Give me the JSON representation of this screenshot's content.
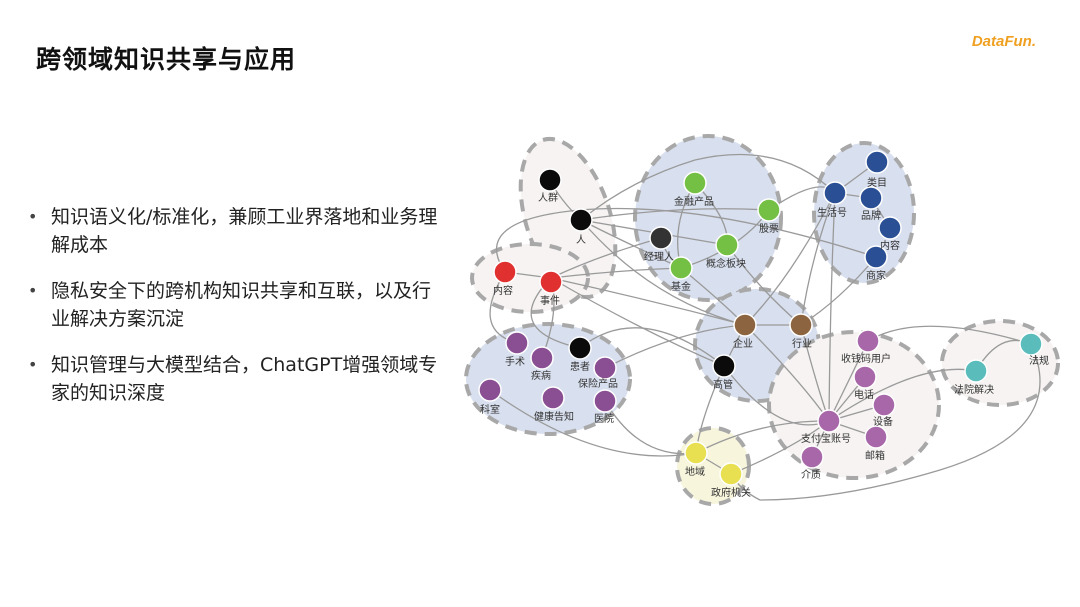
{
  "title": "跨领域知识共享与应用",
  "logo": "DataFun.",
  "bullets": [
    "知识语义化/标准化，兼顾工业界落地和业务理解成本",
    "隐私安全下的跨机构知识共享和互联，以及行业解决方案沉淀",
    "知识管理与大模型结合，ChatGPT增强领域专家的知识深度"
  ],
  "graph": {
    "node_colors": {
      "black": "#0b0b0b",
      "green": "#74c045",
      "red": "#e03030",
      "blue": "#2a4f94",
      "brown": "#8c6440",
      "purple": "#8a4e93",
      "lightpurple": "#a867a8",
      "teal": "#5bbcbc",
      "yellow": "#e8e050",
      "darkgray": "#333333"
    },
    "nodes": [
      {
        "id": "renqun",
        "label": "人群",
        "color": "black"
      },
      {
        "id": "ren",
        "label": "人",
        "color": "black"
      },
      {
        "id": "neirong1",
        "label": "内容",
        "color": "red"
      },
      {
        "id": "shijian",
        "label": "事件",
        "color": "red"
      },
      {
        "id": "jinrong",
        "label": "金融产品",
        "color": "green"
      },
      {
        "id": "gupiao",
        "label": "股票",
        "color": "green"
      },
      {
        "id": "jingliren",
        "label": "经理人",
        "color": "darkgray"
      },
      {
        "id": "gainian",
        "label": "概念板块",
        "color": "green"
      },
      {
        "id": "jijin",
        "label": "基金",
        "color": "green"
      },
      {
        "id": "leimu",
        "label": "类目",
        "color": "blue"
      },
      {
        "id": "shenghuohao",
        "label": "生活号",
        "color": "blue"
      },
      {
        "id": "pinpai",
        "label": "品牌",
        "color": "blue"
      },
      {
        "id": "neirong2",
        "label": "内容",
        "color": "blue"
      },
      {
        "id": "shangjia",
        "label": "商家",
        "color": "blue"
      },
      {
        "id": "qiye",
        "label": "企业",
        "color": "brown"
      },
      {
        "id": "hangye",
        "label": "行业",
        "color": "brown"
      },
      {
        "id": "gaoguan",
        "label": "高管",
        "color": "black"
      },
      {
        "id": "shoushu",
        "label": "手术",
        "color": "purple"
      },
      {
        "id": "jibing",
        "label": "疾病",
        "color": "purple"
      },
      {
        "id": "huanzhe",
        "label": "患者",
        "color": "black"
      },
      {
        "id": "baoxian",
        "label": "保险产品",
        "color": "purple"
      },
      {
        "id": "keshi",
        "label": "科室",
        "color": "purple"
      },
      {
        "id": "jiankang",
        "label": "健康告知",
        "color": "purple"
      },
      {
        "id": "yiyuan",
        "label": "医院",
        "color": "purple"
      },
      {
        "id": "shouyin",
        "label": "收钱码用户",
        "color": "lightpurple"
      },
      {
        "id": "dianhua",
        "label": "电话",
        "color": "lightpurple"
      },
      {
        "id": "shebei",
        "label": "设备",
        "color": "lightpurple"
      },
      {
        "id": "zhifubao",
        "label": "支付宝账号",
        "color": "lightpurple"
      },
      {
        "id": "youxiang",
        "label": "邮箱",
        "color": "lightpurple"
      },
      {
        "id": "jiezhi",
        "label": "介质",
        "color": "lightpurple"
      },
      {
        "id": "fayuan",
        "label": "法院解决",
        "color": "teal"
      },
      {
        "id": "fagui",
        "label": "法规",
        "color": "teal"
      },
      {
        "id": "diyu",
        "label": "地域",
        "color": "yellow"
      },
      {
        "id": "zhengfu",
        "label": "政府机关",
        "color": "yellow"
      }
    ]
  }
}
